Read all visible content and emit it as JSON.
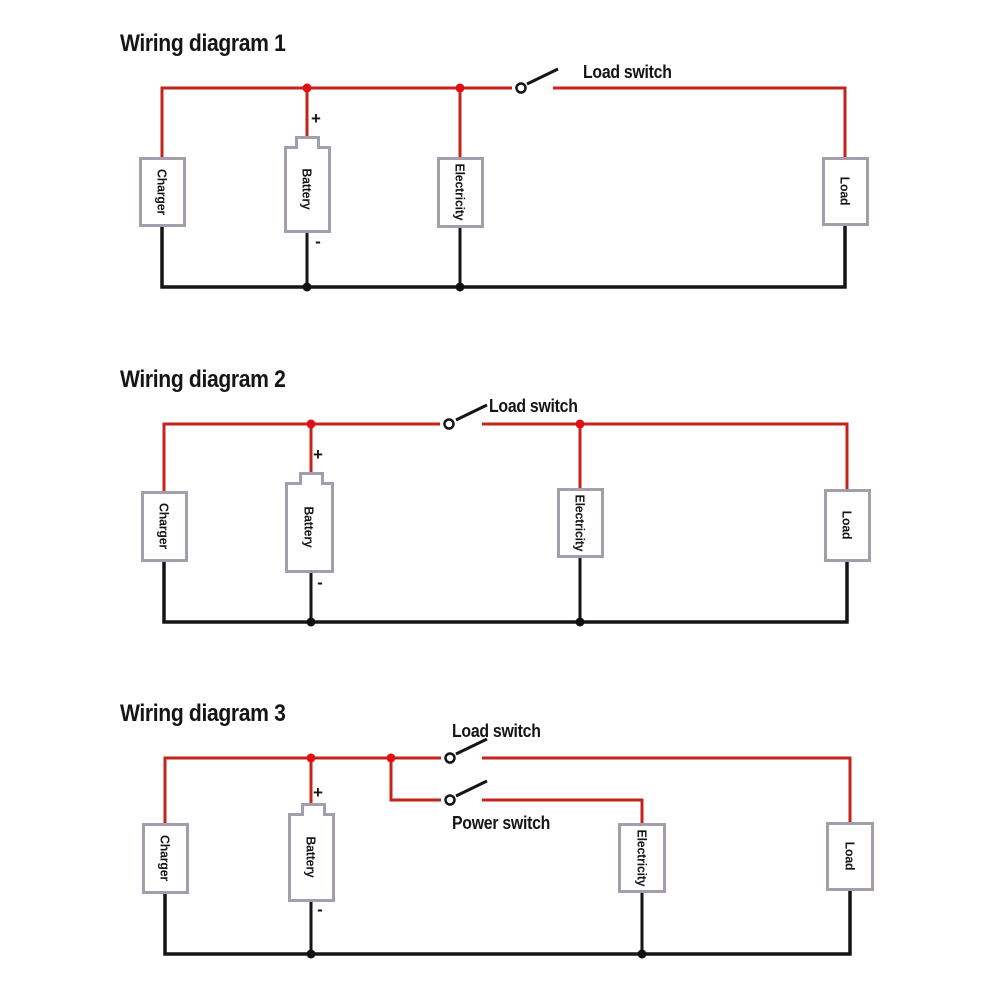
{
  "colors": {
    "wire_positive": "#c3251d",
    "wire_negative": "#151515",
    "component_border": "#a59cac",
    "junction_dot_positive": "#e01010",
    "junction_dot_negative": "#111111",
    "text": "#151515",
    "background": "#ffffff"
  },
  "diagrams": [
    {
      "title": "Wiring diagram 1",
      "switches": [
        {
          "label": "Load switch"
        }
      ],
      "components": {
        "charger": "Charger",
        "battery": "Battery",
        "electricity": "Electricity",
        "load": "Load"
      },
      "battery_positive": "+",
      "battery_negative": "-"
    },
    {
      "title": "Wiring diagram 2",
      "switches": [
        {
          "label": "Load switch"
        }
      ],
      "components": {
        "charger": "Charger",
        "battery": "Battery",
        "electricity": "Electricity",
        "load": "Load"
      },
      "battery_positive": "+",
      "battery_negative": "-"
    },
    {
      "title": "Wiring diagram 3",
      "switches": [
        {
          "label": "Load switch"
        },
        {
          "label": "Power switch"
        }
      ],
      "components": {
        "charger": "Charger",
        "battery": "Battery",
        "electricity": "Electricity",
        "load": "Load"
      },
      "battery_positive": "+",
      "battery_negative": "-"
    }
  ]
}
